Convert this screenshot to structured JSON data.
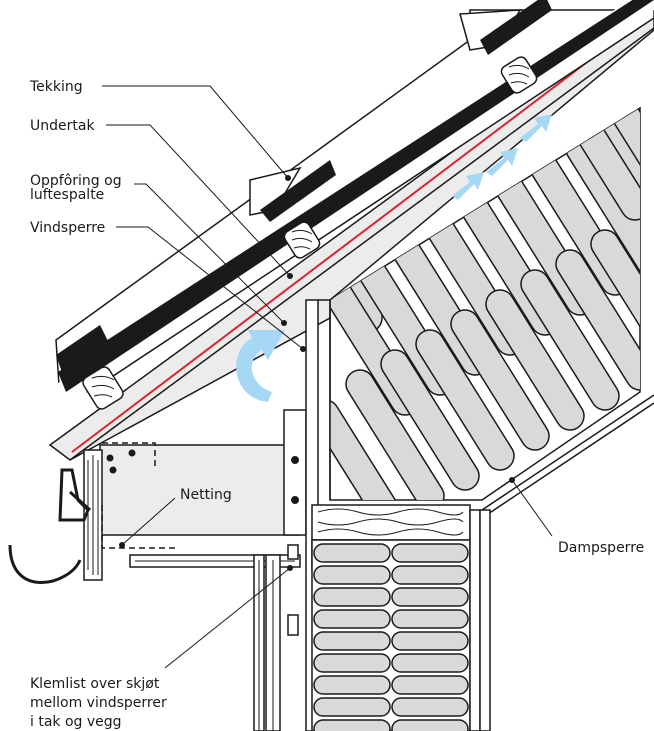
{
  "labels": {
    "tekking": "Tekking",
    "undertak": "Undertak",
    "oppforing_line1": "Oppfôring og",
    "oppforing_line2": "luftespalte",
    "vindsperre": "Vindsperre",
    "netting": "Netting",
    "dampsperre": "Dampsperre",
    "klemlist_line1": "Klemlist over skjøt",
    "klemlist_line2": "mellom vindsperrer",
    "klemlist_line3": "i tak og vegg"
  },
  "colors": {
    "outline": "#1a1a1a",
    "insulation": "#d9d9d9",
    "panel": "#ececec",
    "air_arrow": "#a6d8f5",
    "wind_barrier_line": "#d9262c"
  }
}
